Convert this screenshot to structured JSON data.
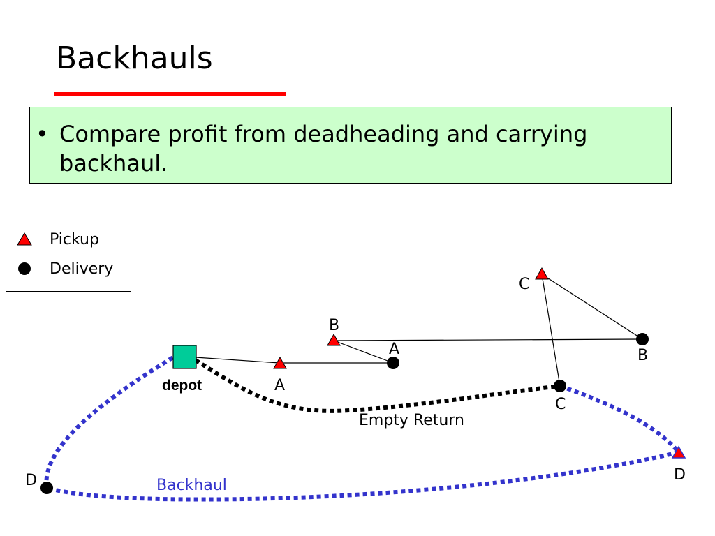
{
  "slide": {
    "title": "Backhauls",
    "bullet": "Compare profit from deadheading and carrying backhaul."
  },
  "legend": {
    "items": [
      {
        "label": "Pickup",
        "icon": "red-triangle-icon"
      },
      {
        "label": "Delivery",
        "icon": "black-dot-icon"
      }
    ]
  },
  "diagram": {
    "depot_label": "depot",
    "nodes": {
      "pickup_a": "A",
      "delivery_a": "A",
      "pickup_b": "B",
      "delivery_b": "B",
      "pickup_c": "C",
      "delivery_c": "C",
      "pickup_d": "D",
      "delivery_d": "D"
    },
    "empty_return_label": "Empty Return",
    "backhaul_label": "Backhaul"
  },
  "colors": {
    "title_underline": "#ff0000",
    "bullet_box_bg": "#ccffcc",
    "pickup": "#ff0000",
    "delivery": "#000000",
    "depot": "#00cc99",
    "backhaul": "#3333cc",
    "empty_return": "#000000"
  }
}
